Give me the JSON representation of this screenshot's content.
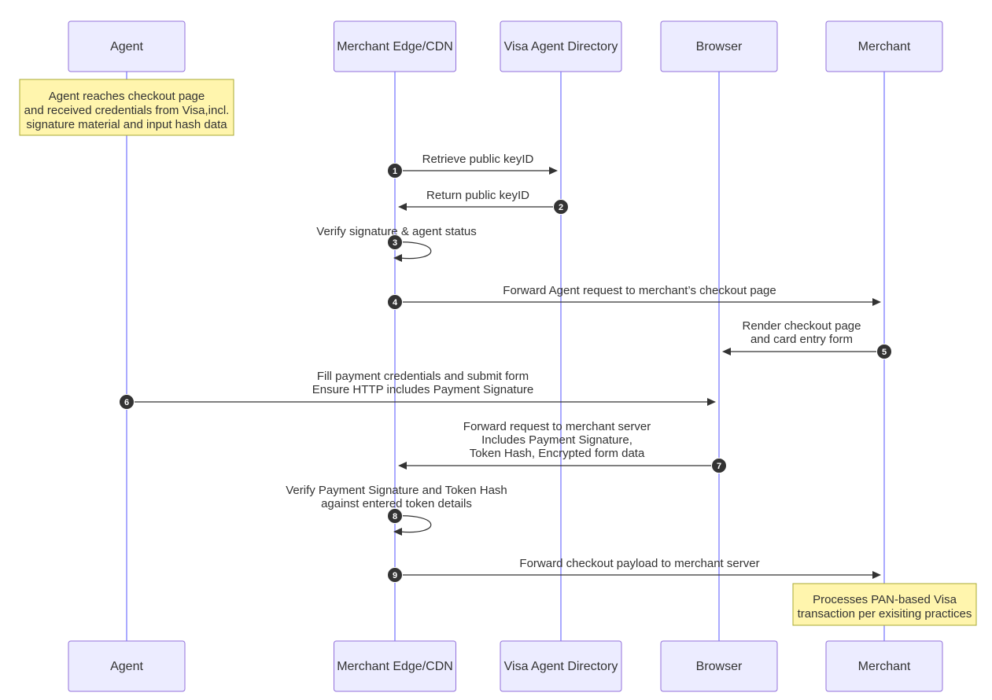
{
  "actors": [
    {
      "id": "agent",
      "label": "Agent"
    },
    {
      "id": "edge",
      "label": "Merchant Edge/CDN"
    },
    {
      "id": "directory",
      "label": "Visa Agent Directory"
    },
    {
      "id": "browser",
      "label": "Browser"
    },
    {
      "id": "merchant",
      "label": "Merchant"
    }
  ],
  "notes": [
    {
      "actor": "agent",
      "lines": [
        "Agent reaches checkout page",
        "and received credentials from Visa,incl.",
        "signature material and input hash data"
      ]
    },
    {
      "actor": "merchant",
      "lines": [
        "Processes PAN-based Visa",
        "transaction per exisiting practices"
      ]
    }
  ],
  "messages": [
    {
      "seq": "1",
      "from": "edge",
      "to": "directory",
      "lines": [
        "Retrieve public keyID"
      ]
    },
    {
      "seq": "2",
      "from": "directory",
      "to": "edge",
      "lines": [
        "Return public keyID"
      ]
    },
    {
      "seq": "3",
      "from": "edge",
      "to": "edge",
      "lines": [
        "Verify signature & agent status"
      ]
    },
    {
      "seq": "4",
      "from": "edge",
      "to": "merchant",
      "lines": [
        "Forward Agent request to merchant’s checkout page"
      ]
    },
    {
      "seq": "5",
      "from": "merchant",
      "to": "browser",
      "lines": [
        "Render checkout page",
        "and card entry form"
      ]
    },
    {
      "seq": "6",
      "from": "agent",
      "to": "browser",
      "lines": [
        "Fill payment credentials and submit form",
        "Ensure HTTP includes Payment Signature"
      ]
    },
    {
      "seq": "7",
      "from": "browser",
      "to": "edge",
      "lines": [
        "Forward request to merchant server",
        "Includes Payment Signature,",
        "Token Hash, Encrypted form data"
      ]
    },
    {
      "seq": "8",
      "from": "edge",
      "to": "edge",
      "lines": [
        "Verify Payment Signature and Token Hash",
        "against entered token details"
      ]
    },
    {
      "seq": "9",
      "from": "edge",
      "to": "merchant",
      "lines": [
        "Forward checkout payload to merchant server"
      ]
    }
  ]
}
